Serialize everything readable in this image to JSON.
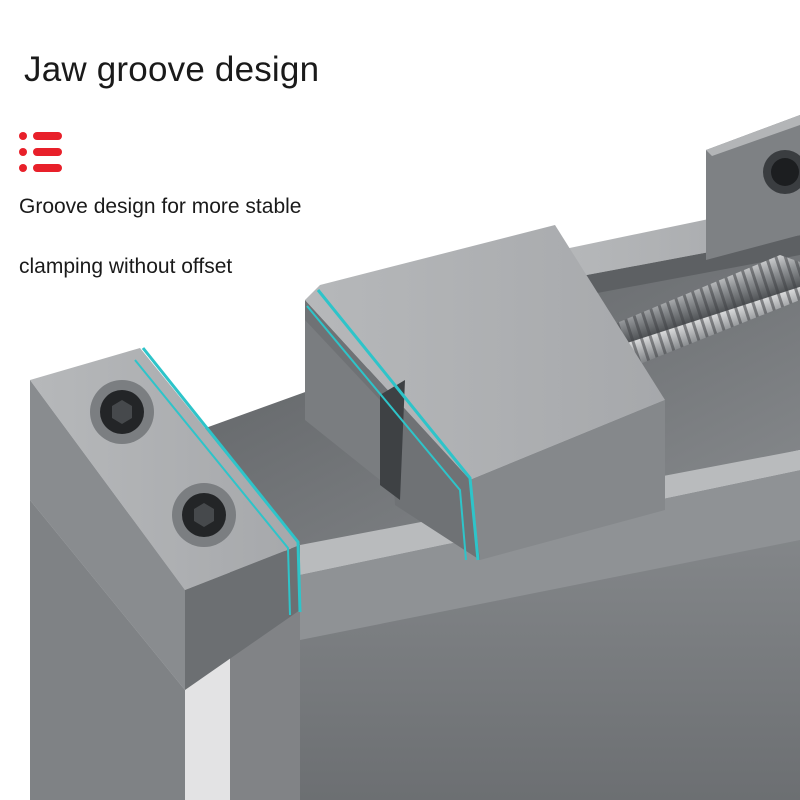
{
  "headline": "Jaw groove design",
  "description": {
    "line1": "Groove design for more stable",
    "line2": "clamping without offset"
  },
  "icon": {
    "name": "list-icon",
    "color": "#e8202a"
  },
  "colors": {
    "accent_highlight": "#2ec4c9",
    "metal": "#7a7d80"
  }
}
